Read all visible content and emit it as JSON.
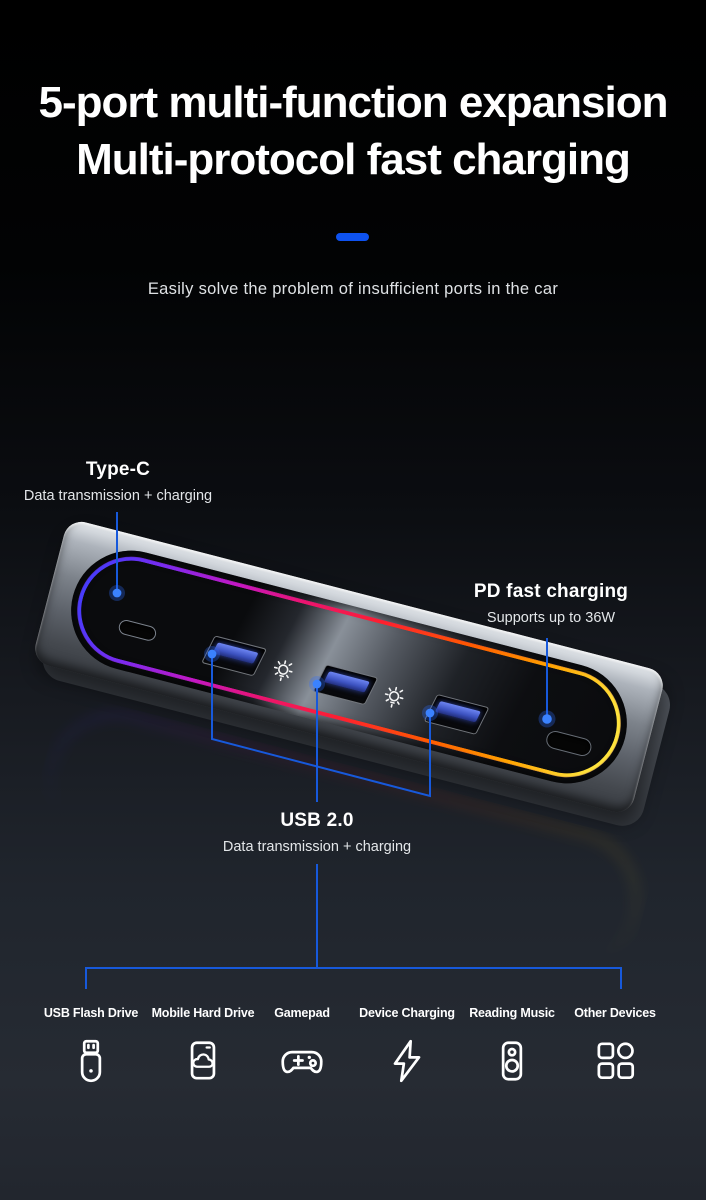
{
  "header": {
    "title_line1": "5-port multi-function expansion",
    "title_line2": "Multi-protocol fast charging",
    "subtitle": "Easily solve the problem of insufficient ports in the car",
    "divider_color": "#0e52f0"
  },
  "callouts": {
    "type_c": {
      "title": "Type-C",
      "subtitle": "Data transmission + charging"
    },
    "pd": {
      "title": "PD fast charging",
      "subtitle": "Supports up to 36W"
    },
    "usb": {
      "title": "USB 2.0",
      "subtitle": "Data transmission + charging"
    },
    "line_color": "#1759db",
    "dot_color": "#3b82ff"
  },
  "device": {
    "ports": [
      "Type-C",
      "USB-A 2.0",
      "USB-A 2.0",
      "USB-A 2.0",
      "Type-C PD"
    ],
    "ring_gradient": [
      "#3f3fff",
      "#7a2bf0",
      "#c318c4",
      "#ec1470",
      "#ff1f2e",
      "#ff5a00",
      "#ffa200",
      "#ffe33c"
    ]
  },
  "footer": {
    "items": [
      {
        "label": "USB Flash Drive",
        "icon": "usb-flash-drive-icon"
      },
      {
        "label": "Mobile Hard Drive",
        "icon": "mobile-hard-drive-icon"
      },
      {
        "label": "Gamepad",
        "icon": "gamepad-icon"
      },
      {
        "label": "Device Charging",
        "icon": "device-charging-icon"
      },
      {
        "label": "Reading Music",
        "icon": "reading-music-icon"
      },
      {
        "label": "Other Devices",
        "icon": "other-devices-icon"
      }
    ]
  },
  "page": {
    "bg_top": "#000000",
    "bg_bottom": "#262b33"
  }
}
